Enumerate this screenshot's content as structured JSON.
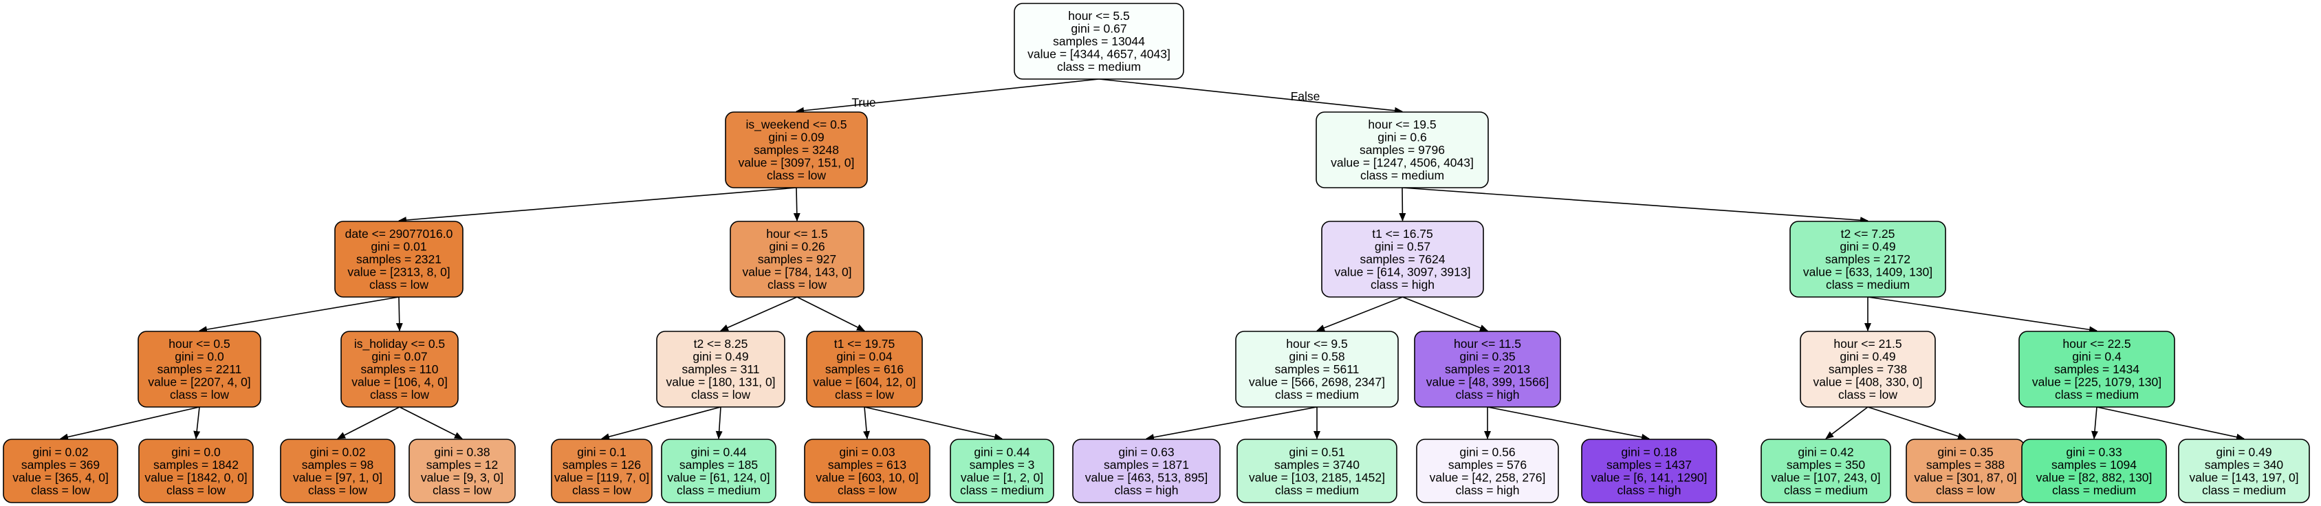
{
  "edge_labels": {
    "true_label": "True",
    "false_label": "False"
  },
  "nodes": [
    {
      "id": "n0",
      "color": "#fafffd",
      "lines": [
        "hour <= 5.5",
        "gini = 0.67",
        "samples = 13044",
        "value = [4344, 4657, 4043]",
        "class = medium"
      ]
    },
    {
      "id": "n1",
      "color": "#e68743",
      "lines": [
        "is_weekend <= 0.5",
        "gini = 0.09",
        "samples = 3248",
        "value = [3097, 151, 0]",
        "class = low"
      ]
    },
    {
      "id": "n2",
      "color": "#e58139",
      "lines": [
        "date <= 29077016.0",
        "gini = 0.01",
        "samples = 2321",
        "value = [2313, 8, 0]",
        "class = low"
      ]
    },
    {
      "id": "n3",
      "color": "#e58139",
      "lines": [
        "hour <= 0.5",
        "gini = 0.0",
        "samples = 2211",
        "value = [2207, 4, 0]",
        "class = low"
      ]
    },
    {
      "id": "n4",
      "color": "#e58139",
      "lines": [
        "gini = 0.02",
        "samples = 369",
        "value = [365, 4, 0]",
        "class = low"
      ]
    },
    {
      "id": "n5",
      "color": "#e58139",
      "lines": [
        "gini = 0.0",
        "samples = 1842",
        "value = [1842, 0, 0]",
        "class = low"
      ]
    },
    {
      "id": "n6",
      "color": "#e6843e",
      "lines": [
        "is_holiday <= 0.5",
        "gini = 0.07",
        "samples = 110",
        "value = [106, 4, 0]",
        "class = low"
      ]
    },
    {
      "id": "n7",
      "color": "#e5833c",
      "lines": [
        "gini = 0.02",
        "samples = 98",
        "value = [97, 1, 0]",
        "class = low"
      ]
    },
    {
      "id": "n8",
      "color": "#eeab7b",
      "lines": [
        "gini = 0.38",
        "samples = 12",
        "value = [9, 3, 0]",
        "class = low"
      ]
    },
    {
      "id": "n9",
      "color": "#ea995f",
      "lines": [
        "hour <= 1.5",
        "gini = 0.26",
        "samples = 927",
        "value = [784, 143, 0]",
        "class = low"
      ]
    },
    {
      "id": "n10",
      "color": "#f9e0ce",
      "lines": [
        "t2 <= 8.25",
        "gini = 0.49",
        "samples = 311",
        "value = [180, 131, 0]",
        "class = low"
      ]
    },
    {
      "id": "n11",
      "color": "#e78a47",
      "lines": [
        "gini = 0.1",
        "samples = 126",
        "value = [119, 7, 0]",
        "class = low"
      ]
    },
    {
      "id": "n12",
      "color": "#9cf2c0",
      "lines": [
        "gini = 0.44",
        "samples = 185",
        "value = [61, 124, 0]",
        "class = medium"
      ]
    },
    {
      "id": "n13",
      "color": "#e5833c",
      "lines": [
        "t1 <= 19.75",
        "gini = 0.04",
        "samples = 616",
        "value = [604, 12, 0]",
        "class = low"
      ]
    },
    {
      "id": "n14",
      "color": "#e5823a",
      "lines": [
        "gini = 0.03",
        "samples = 613",
        "value = [603, 10, 0]",
        "class = low"
      ]
    },
    {
      "id": "n15",
      "color": "#9cf2c0",
      "lines": [
        "gini = 0.44",
        "samples = 3",
        "value = [1, 2, 0]",
        "class = medium"
      ]
    },
    {
      "id": "n16",
      "color": "#f0fdf5",
      "lines": [
        "hour <= 19.5",
        "gini = 0.6",
        "samples = 9796",
        "value = [1247, 4506, 4043]",
        "class = medium"
      ]
    },
    {
      "id": "n17",
      "color": "#e7dbf9",
      "lines": [
        "t1 <= 16.75",
        "gini = 0.57",
        "samples = 7624",
        "value = [614, 3097, 3913]",
        "class = high"
      ]
    },
    {
      "id": "n18",
      "color": "#e9fcf1",
      "lines": [
        "hour <= 9.5",
        "gini = 0.58",
        "samples = 5611",
        "value = [566, 2698, 2347]",
        "class = medium"
      ]
    },
    {
      "id": "n19",
      "color": "#dac7f7",
      "lines": [
        "gini = 0.63",
        "samples = 1871",
        "value = [463, 513, 895]",
        "class = high"
      ]
    },
    {
      "id": "n20",
      "color": "#c0f7d6",
      "lines": [
        "gini = 0.51",
        "samples = 3740",
        "value = [103, 2185, 1452]",
        "class = medium"
      ]
    },
    {
      "id": "n21",
      "color": "#a674ed",
      "lines": [
        "hour <= 11.5",
        "gini = 0.35",
        "samples = 2013",
        "value = [48, 399, 1566]",
        "class = high"
      ]
    },
    {
      "id": "n22",
      "color": "#f7f2fd",
      "lines": [
        "gini = 0.56",
        "samples = 576",
        "value = [42, 258, 276]",
        "class = high"
      ]
    },
    {
      "id": "n23",
      "color": "#8b4ae8",
      "lines": [
        "gini = 0.18",
        "samples = 1437",
        "value = [6, 141, 1290]",
        "class = high"
      ]
    },
    {
      "id": "n24",
      "color": "#98f1bd",
      "lines": [
        "t2 <= 7.25",
        "gini = 0.49",
        "samples = 2172",
        "value = [633, 1409, 130]",
        "class = medium"
      ]
    },
    {
      "id": "n25",
      "color": "#fae7da",
      "lines": [
        "hour <= 21.5",
        "gini = 0.49",
        "samples = 738",
        "value = [408, 330, 0]",
        "class = low"
      ]
    },
    {
      "id": "n26",
      "color": "#8ef0b6",
      "lines": [
        "gini = 0.42",
        "samples = 350",
        "value = [107, 243, 0]",
        "class = medium"
      ]
    },
    {
      "id": "n27",
      "color": "#eda673",
      "lines": [
        "gini = 0.35",
        "samples = 388",
        "value = [301, 87, 0]",
        "class = low"
      ]
    },
    {
      "id": "n28",
      "color": "#70eca4",
      "lines": [
        "hour <= 22.5",
        "gini = 0.4",
        "samples = 1434",
        "value = [225, 1079, 130]",
        "class = medium"
      ]
    },
    {
      "id": "n29",
      "color": "#65eb9d",
      "lines": [
        "gini = 0.33",
        "samples = 1094",
        "value = [82, 882, 130]",
        "class = medium"
      ]
    },
    {
      "id": "n30",
      "color": "#c6f8da",
      "lines": [
        "gini = 0.49",
        "samples = 340",
        "value = [143, 197, 0]",
        "class = medium"
      ]
    }
  ],
  "edges": [
    [
      "n0",
      "n1"
    ],
    [
      "n0",
      "n16"
    ],
    [
      "n1",
      "n2"
    ],
    [
      "n1",
      "n9"
    ],
    [
      "n2",
      "n3"
    ],
    [
      "n2",
      "n6"
    ],
    [
      "n3",
      "n4"
    ],
    [
      "n3",
      "n5"
    ],
    [
      "n6",
      "n7"
    ],
    [
      "n6",
      "n8"
    ],
    [
      "n9",
      "n10"
    ],
    [
      "n9",
      "n13"
    ],
    [
      "n10",
      "n11"
    ],
    [
      "n10",
      "n12"
    ],
    [
      "n13",
      "n14"
    ],
    [
      "n13",
      "n15"
    ],
    [
      "n16",
      "n17"
    ],
    [
      "n16",
      "n24"
    ],
    [
      "n17",
      "n18"
    ],
    [
      "n17",
      "n21"
    ],
    [
      "n18",
      "n19"
    ],
    [
      "n18",
      "n20"
    ],
    [
      "n21",
      "n22"
    ],
    [
      "n21",
      "n23"
    ],
    [
      "n24",
      "n25"
    ],
    [
      "n24",
      "n28"
    ],
    [
      "n25",
      "n26"
    ],
    [
      "n25",
      "n27"
    ],
    [
      "n28",
      "n29"
    ],
    [
      "n28",
      "n30"
    ]
  ]
}
